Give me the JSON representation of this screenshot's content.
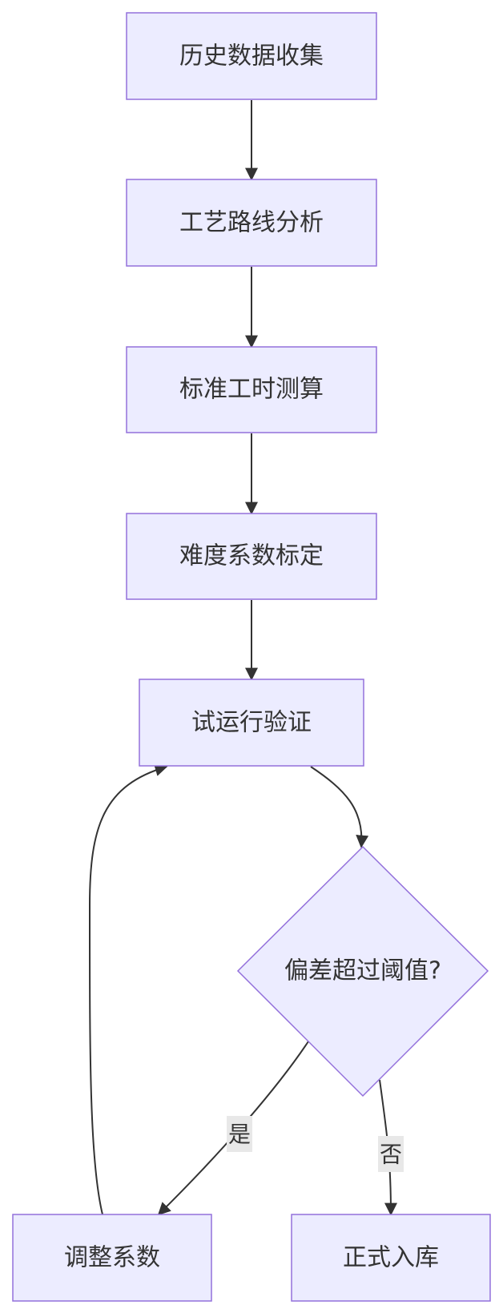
{
  "nodes": {
    "collect": "历史数据收集",
    "route": "工艺路线分析",
    "measure": "标准工时测算",
    "difficulty": "难度系数标定",
    "trial": "试运行验证",
    "decision": "偏差超过阈值?",
    "adjust": "调整系数",
    "release": "正式入库"
  },
  "edge_labels": {
    "yes": "是",
    "no": "否"
  },
  "colors": {
    "node_fill": "#ECECFF",
    "node_stroke": "#9370DB",
    "edge": "#333333",
    "text": "#333333",
    "label_bg": "#e8e8e8"
  }
}
